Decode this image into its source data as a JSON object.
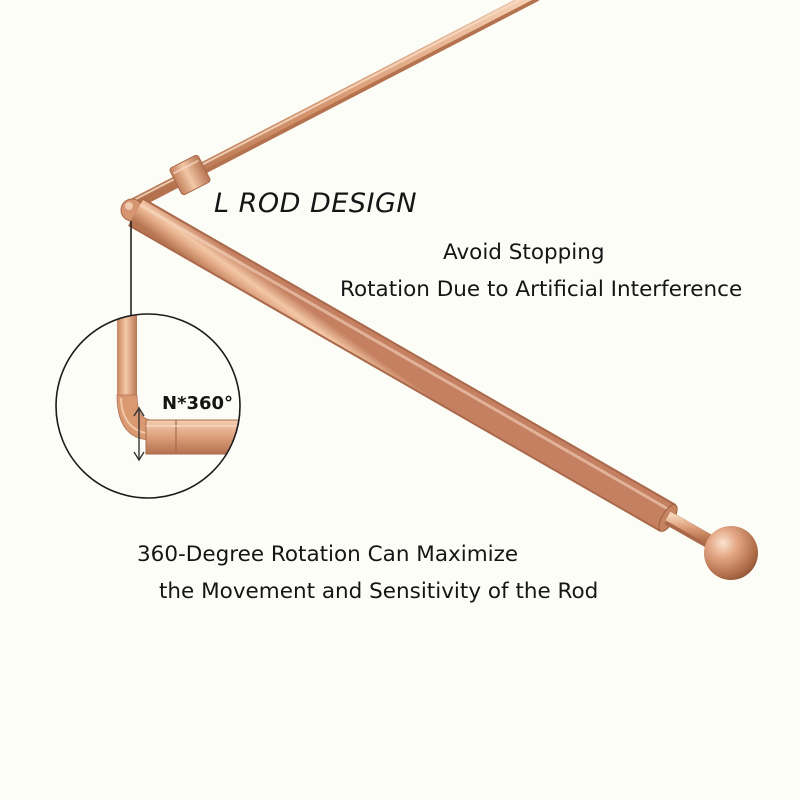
{
  "image": {
    "subject": "L-shaped copper dowsing rod",
    "colors": {
      "background": "#fdfdf8",
      "copper_light": "#f3c7a6",
      "copper_mid": "#d99a72",
      "copper_dark": "#b06e4a",
      "text": "#151515"
    }
  },
  "labels": {
    "title": "L ROD DESIGN",
    "feature_1_line_1": "Avoid Stopping",
    "feature_1_line_2": "Rotation Due to Artificial Interference",
    "feature_2_line_1": "360-Degree Rotation Can Maximize",
    "feature_2_line_2": "the Movement and Sensitivity of the Rod",
    "zoom_callout": "N*360°"
  }
}
